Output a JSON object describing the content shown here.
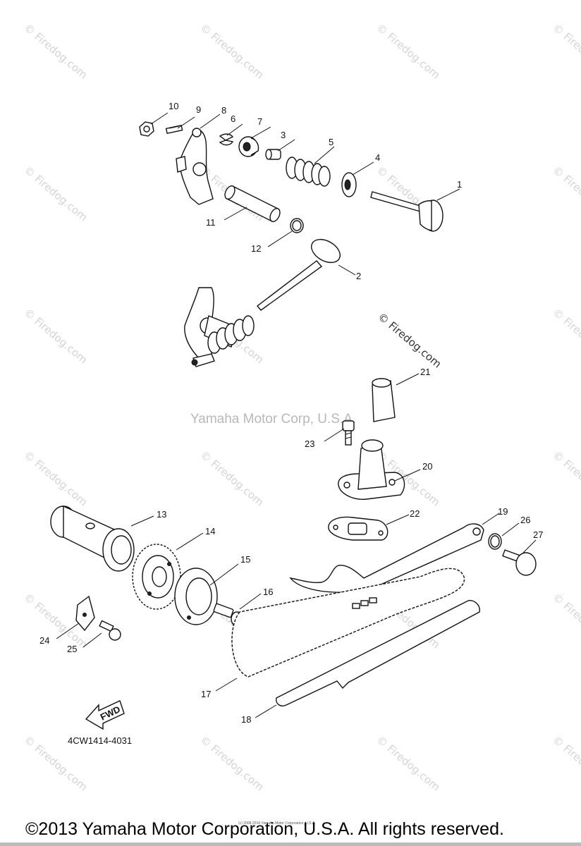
{
  "watermark": {
    "site_text": "© Firedog.com",
    "center_text": "Yamaha Motor Corp, U.S.A."
  },
  "diagram": {
    "code": "4CW1414-4031",
    "fwd_label": "FWD",
    "callouts": [
      "1",
      "2",
      "3",
      "4",
      "5",
      "6",
      "7",
      "8",
      "9",
      "10",
      "11",
      "12",
      "13",
      "14",
      "15",
      "16",
      "17",
      "18",
      "19",
      "20",
      "21",
      "22",
      "23",
      "24",
      "25",
      "26",
      "27"
    ]
  },
  "footer": {
    "fine_print": "(c) 2008-2016 Yamaha Motor Corporation, U.S.A.",
    "copyright": "©2013 Yamaha Motor Corporation, U.S.A. All rights reserved."
  }
}
